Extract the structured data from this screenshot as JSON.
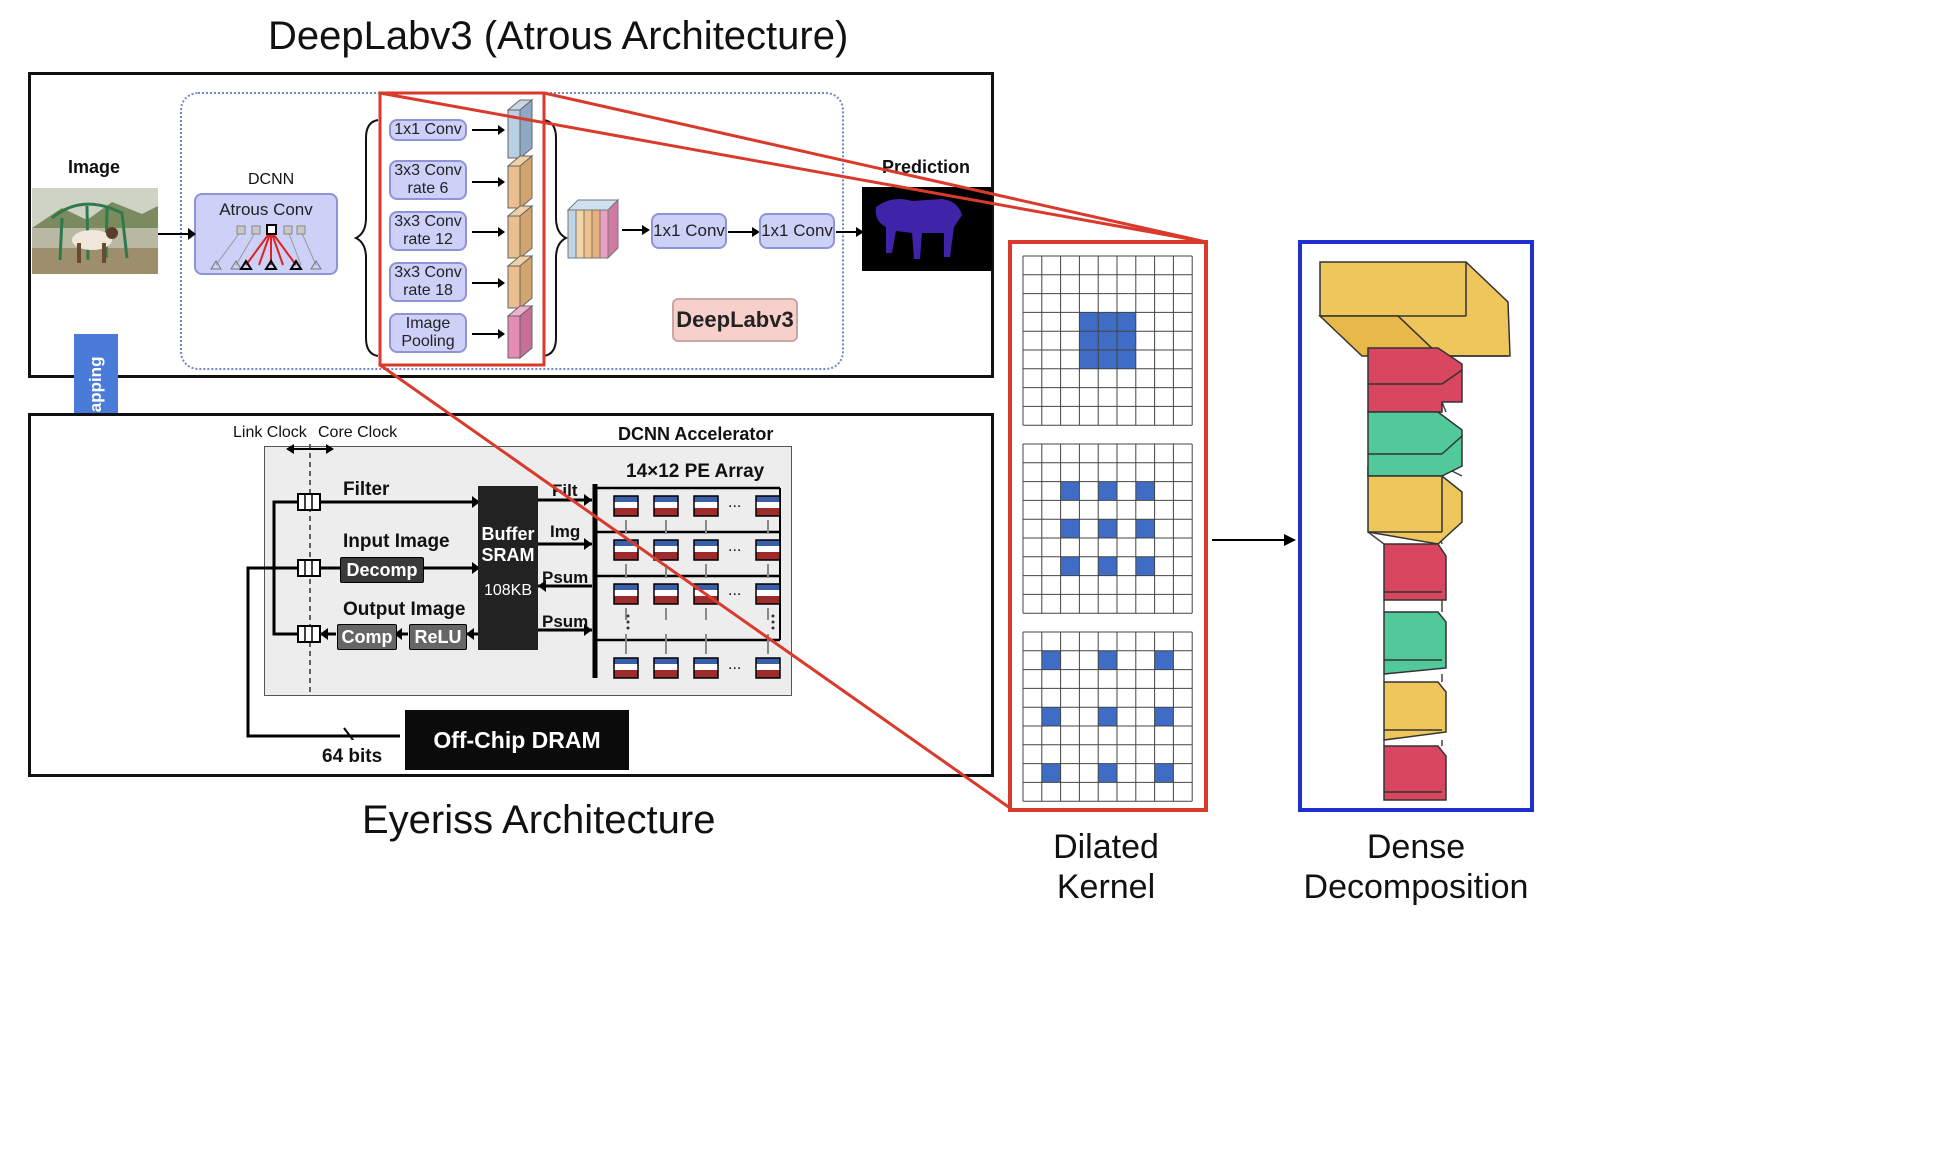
{
  "deeplab": {
    "title": "DeepLabv3 (Atrous Architecture)",
    "image_label": "Image",
    "dcnn_label": "DCNN",
    "atrous_conv": "Atrous Conv",
    "aspp": [
      {
        "line1": "1x1 Conv",
        "line2": ""
      },
      {
        "line1": "3x3 Conv",
        "line2": "rate 6"
      },
      {
        "line1": "3x3 Conv",
        "line2": "rate 12"
      },
      {
        "line1": "3x3 Conv",
        "line2": "rate 18"
      },
      {
        "line1": "Image",
        "line2": "Pooling"
      }
    ],
    "conv_a": "1x1 Conv",
    "conv_b": "1x1 Conv",
    "prediction_label": "Prediction",
    "badge": "DeepLabv3"
  },
  "hw_mapping": "HW Mapping",
  "eyeriss": {
    "title": "Eyeriss Architecture",
    "link_clock": "Link Clock",
    "core_clock": "Core Clock",
    "accelerator": "DCNN Accelerator",
    "pe_array": "14×12 PE Array",
    "filter": "Filter",
    "input_image": "Input Image",
    "decomp": "Decomp",
    "output_image": "Output Image",
    "comp": "Comp",
    "relu": "ReLU",
    "buffer_line1": "Buffer",
    "buffer_line2": "SRAM",
    "buffer_size": "108KB",
    "filt": "Filt",
    "img": "Img",
    "psum1": "Psum",
    "psum2": "Psum",
    "dram": "Off-Chip DRAM",
    "bits": "64 bits",
    "ellipsis": "..."
  },
  "dilated": {
    "line1": "Dilated",
    "line2": "Kernel"
  },
  "dense": {
    "line1": "Dense",
    "line2": "Decomposition"
  },
  "colors": {
    "red_outline": "#d93a2b",
    "blue_outline": "#1f2fd0",
    "kernel_blue": "#3f6cc4",
    "yellow": "#efc65b",
    "crimson": "#d94660",
    "green": "#52c99a"
  }
}
